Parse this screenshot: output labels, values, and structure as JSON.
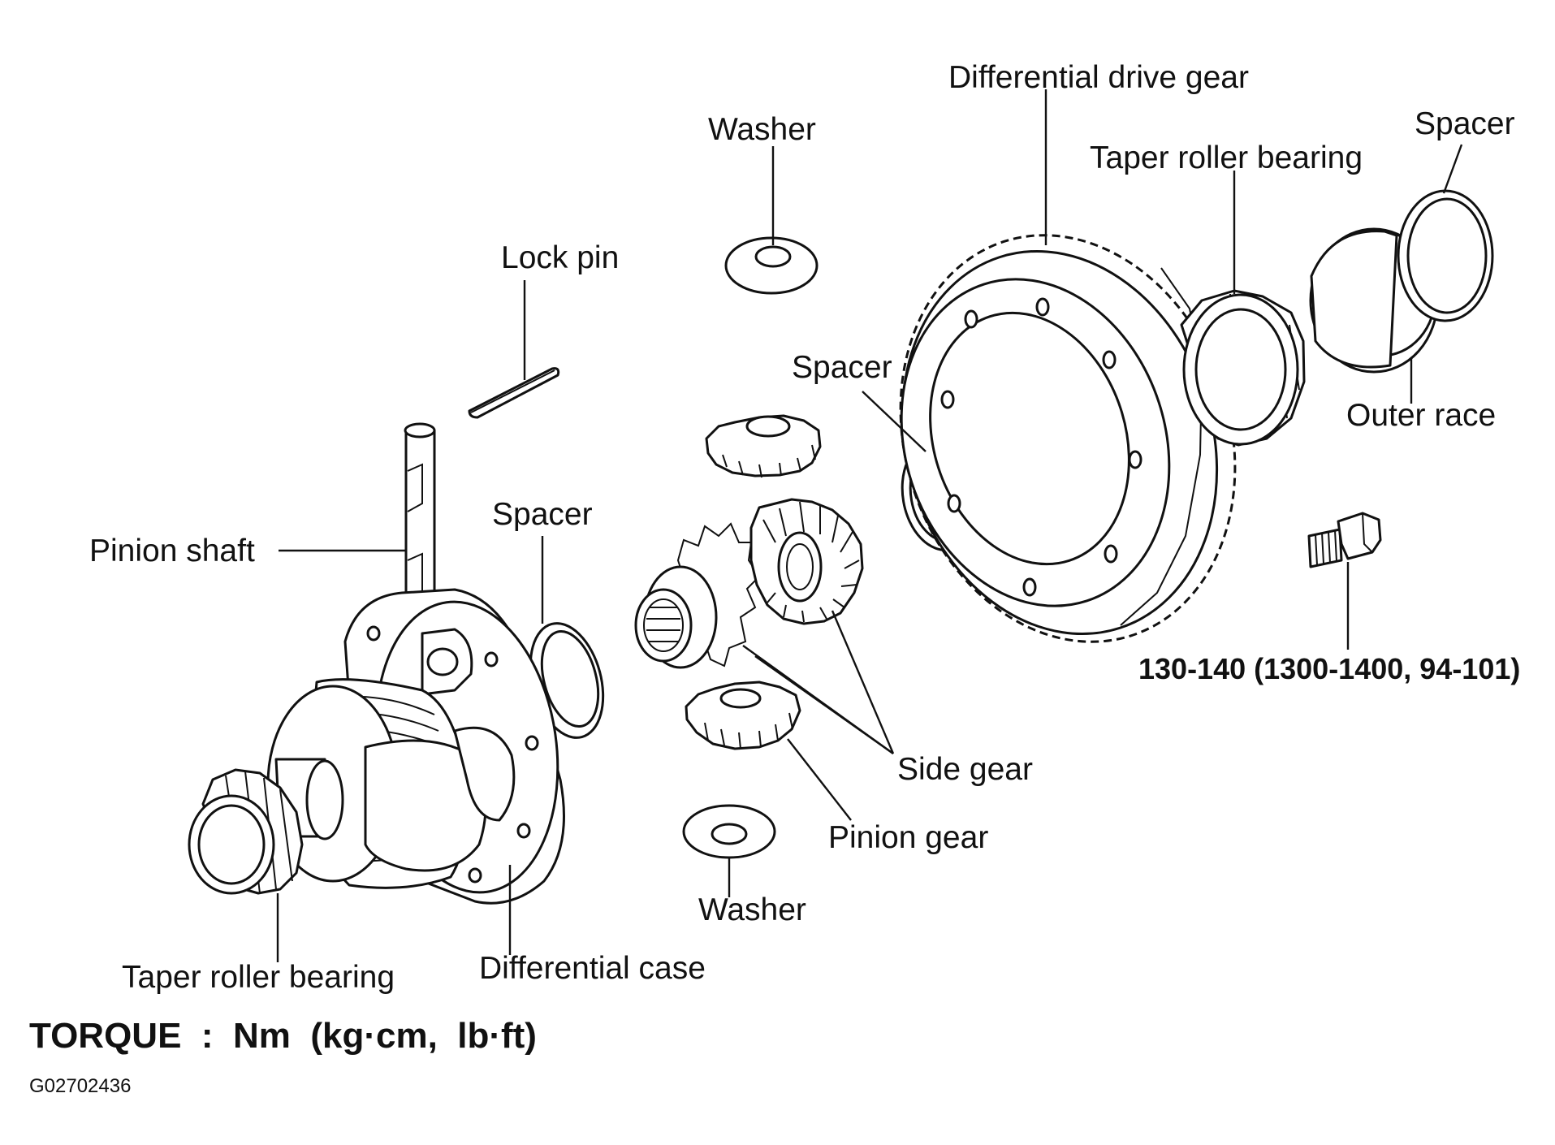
{
  "labels": {
    "differential_drive_gear": "Differential drive gear",
    "washer_top": "Washer",
    "spacer_top_right": "Spacer",
    "taper_roller_bearing_right": "Taper roller bearing",
    "lock_pin": "Lock pin",
    "spacer_middle": "Spacer",
    "outer_race": "Outer race",
    "pinion_shaft": "Pinion shaft",
    "spacer_left": "Spacer",
    "torque_spec": "130-140 (1300-1400, 94-101)",
    "side_gear": "Side gear",
    "pinion_gear": "Pinion gear",
    "washer_bottom": "Washer",
    "taper_roller_bearing_left": "Taper roller bearing",
    "differential_case": "Differential case"
  },
  "footer": {
    "torque_units": "TORQUE  :  Nm  (kg·cm,  lb·ft)",
    "figure_code": "G02702436"
  }
}
